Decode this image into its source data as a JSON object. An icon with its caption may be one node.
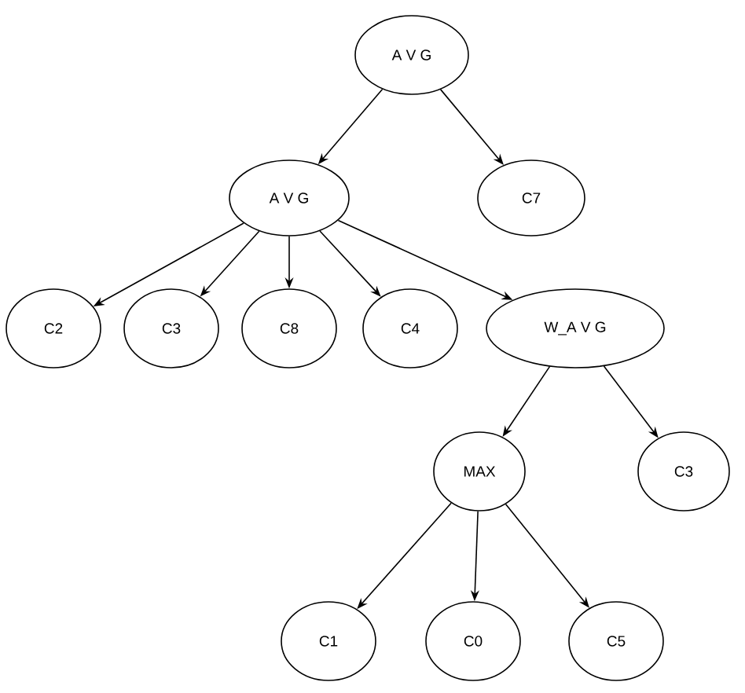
{
  "diagram": {
    "nodes": [
      {
        "text": [
          "A V G"
        ]
      },
      {
        "text": [
          "A V G"
        ]
      },
      {
        "text": [
          "C7"
        ]
      },
      {
        "text": [
          "C2"
        ]
      },
      {
        "text": [
          "C3"
        ]
      },
      {
        "text": [
          "C8"
        ]
      },
      {
        "text": [
          "C4"
        ]
      },
      {
        "text": [
          "W_A V G"
        ]
      },
      {
        "text": [
          "MAX"
        ]
      },
      {
        "text": [
          "C3"
        ]
      },
      {
        "text": [
          "C1"
        ]
      },
      {
        "text": [
          "C0"
        ]
      },
      {
        "text": [
          "C5"
        ]
      }
    ],
    "edges": [
      {
        "from": 0,
        "to": 1,
        "arrow": "to"
      },
      {
        "from": 0,
        "to": 2,
        "arrow": "to"
      },
      {
        "from": 1,
        "to": 3,
        "arrow": "to"
      },
      {
        "from": 1,
        "to": 4,
        "arrow": "to"
      },
      {
        "from": 1,
        "to": 5,
        "arrow": "to"
      },
      {
        "from": 1,
        "to": 6,
        "arrow": "to"
      },
      {
        "from": 1,
        "to": 7,
        "arrow": "to"
      },
      {
        "from": 7,
        "to": 8,
        "arrow": "to"
      },
      {
        "from": 7,
        "to": 9,
        "arrow": "to"
      },
      {
        "from": 8,
        "to": 10,
        "arrow": "to"
      },
      {
        "from": 8,
        "to": 11,
        "arrow": "to"
      },
      {
        "from": 8,
        "to": 12,
        "arrow": "to"
      }
    ]
  }
}
